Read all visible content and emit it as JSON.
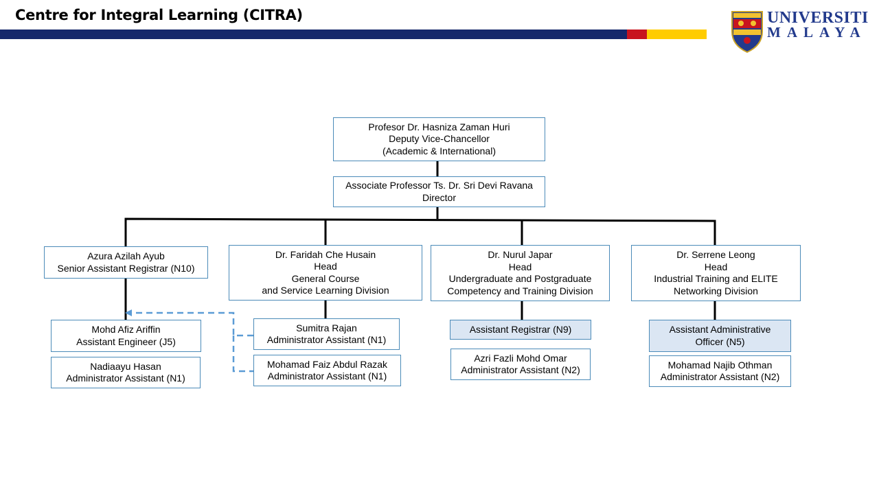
{
  "header": {
    "title": "Centre for Integral Learning (CITRA)",
    "colors": {
      "navy": "#16286b",
      "red": "#c8141e",
      "yellow": "#ffcc00"
    }
  },
  "logo": {
    "line1": "UNIVERSITI",
    "line2": "MALAYA",
    "icon": "university-crest"
  },
  "org": {
    "dvc": {
      "lines": [
        "Profesor Dr. Hasniza Zaman Huri",
        "Deputy Vice-Chancellor",
        "(Academic & International)"
      ]
    },
    "director": {
      "lines": [
        "Associate Professor Ts. Dr. Sri Devi Ravana",
        "Director"
      ]
    },
    "registrar": {
      "lines": [
        "Azura Azilah Ayub",
        "Senior Assistant Registrar (N10)"
      ]
    },
    "gcsl": {
      "lines": [
        "Dr. Faridah Che Husain",
        "Head",
        "General Course",
        "and Service Learning Division"
      ]
    },
    "ugpg": {
      "lines": [
        "Dr. Nurul Japar",
        "Head",
        "Undergraduate and Postgraduate",
        "Competency and Training Division"
      ]
    },
    "elite": {
      "lines": [
        "Dr. Serrene Leong",
        "Head",
        "Industrial Training and ELITE",
        "Networking Division"
      ]
    },
    "afiz": {
      "lines": [
        "Mohd Afiz Ariffin",
        "Assistant Engineer (J5)"
      ]
    },
    "nadiaayu": {
      "lines": [
        "Nadiaayu Hasan",
        "Administrator Assistant (N1)"
      ]
    },
    "sumitra": {
      "lines": [
        "Sumitra Rajan",
        "Administrator Assistant (N1)"
      ]
    },
    "faiz": {
      "lines": [
        "Mohamad Faiz Abdul Razak",
        "Administrator Assistant (N1)"
      ]
    },
    "asst_registrar": {
      "lines": [
        "Assistant Registrar (N9)"
      ]
    },
    "azri": {
      "lines": [
        "Azri Fazli Mohd Omar",
        "Administrator Assistant (N2)"
      ]
    },
    "admin_officer": {
      "lines": [
        "Assistant Administrative",
        "Officer (N5)"
      ]
    },
    "najib": {
      "lines": [
        "Mohamad Najib Othman",
        "Administrator Assistant (N2)"
      ]
    }
  }
}
